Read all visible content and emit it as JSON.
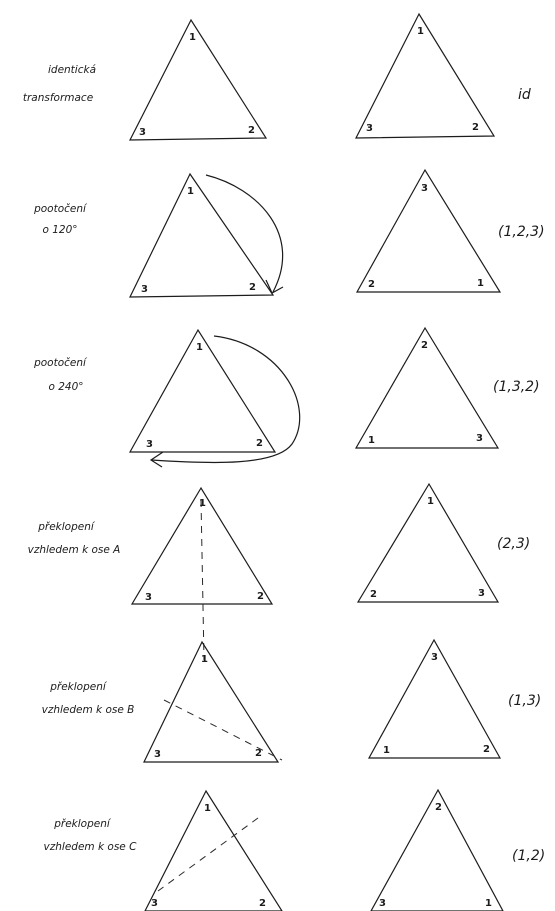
{
  "rows": [
    {
      "label": [
        "identická",
        "transformace"
      ],
      "left_vertices": [
        "1",
        "3",
        "2"
      ],
      "right_vertices": [
        "1",
        "3",
        "2"
      ],
      "notation": "id"
    },
    {
      "label": [
        "pootočení",
        "o 120°"
      ],
      "left_vertices": [
        "1",
        "3",
        "2"
      ],
      "right_vertices": [
        "3",
        "2",
        "1"
      ],
      "notation": "(1,2,3)"
    },
    {
      "label": [
        "pootočení",
        "o 240°"
      ],
      "left_vertices": [
        "1",
        "3",
        "2"
      ],
      "right_vertices": [
        "2",
        "1",
        "3"
      ],
      "notation": "(1,3,2)"
    },
    {
      "label": [
        "překlopení",
        "vzhledem k ose A"
      ],
      "left_vertices": [
        "1",
        "3",
        "2"
      ],
      "right_vertices": [
        "1",
        "2",
        "3"
      ],
      "notation": "(2,3)"
    },
    {
      "label": [
        "překlopení",
        "vzhledem k ose B"
      ],
      "left_vertices": [
        "1",
        "3",
        "2"
      ],
      "right_vertices": [
        "3",
        "1",
        "2"
      ],
      "notation": "(1,3)"
    },
    {
      "label": [
        "překlopení",
        "vzhledem k ose C"
      ],
      "left_vertices": [
        "1",
        "3",
        "2"
      ],
      "right_vertices": [
        "2",
        "3",
        "1"
      ],
      "notation": "(1,2)"
    }
  ]
}
